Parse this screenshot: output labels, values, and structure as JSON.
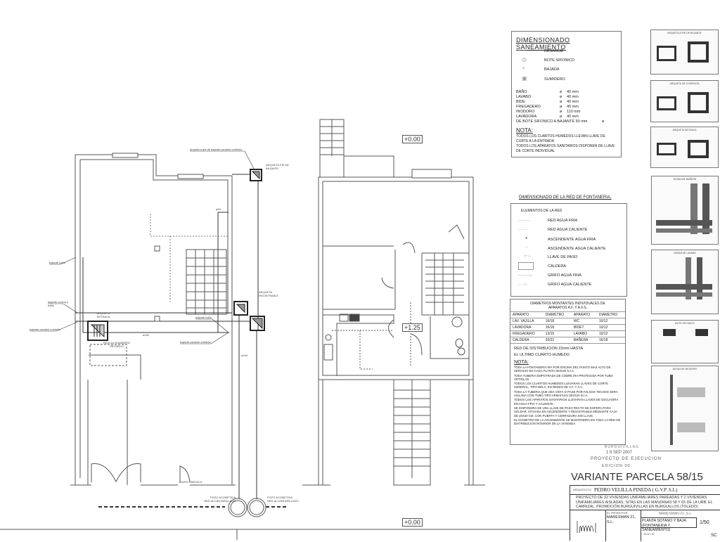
{
  "saneamiento": {
    "title": "DIMENSIONADO SANEAMIENTO",
    "symbols": [
      "DESAGÜE",
      "BOTE SIFONICO",
      "BAJADA",
      "SUMIDERO"
    ],
    "rows": [
      {
        "label": "BAÑO",
        "value": "40 mm"
      },
      {
        "label": "LAVABO",
        "value": "40 mm"
      },
      {
        "label": "BIDE",
        "value": "40 mm"
      },
      {
        "label": "FREGADERO",
        "value": "40 mm"
      },
      {
        "label": "INODORO",
        "value": "110 mm"
      },
      {
        "label": "LAVADORA",
        "value": "40 mm"
      },
      {
        "label": "DE BOTE SIFONICO A BAJANTE",
        "value": "50 mm"
      }
    ],
    "diam_symbol": "ø",
    "nota_title": "NOTA:",
    "notas": [
      "TODOS LOS CUARTOS HUMEDOS LLEVAN LLAVE DE CORTE A LA ENTRADA",
      "TODOS LOS APARATOS SANITARIOS DISPONEN DE LLAVE DE CORTE INDIVIDUAL"
    ]
  },
  "fontaneria": {
    "title": "DIMENSIONADO DE LA RED DE FONTANERIA.",
    "subtitle": "ELEMENTOS DE LA RED",
    "items": [
      "RED AGUA FRIA",
      "RED AGUA CALIENTE",
      "ASCENDENTE AGUA FRIA",
      "ASCENDENTE AGUA CALIENTE",
      "LLAVE DE PASO",
      "CALDERA",
      "GRIFO AGUA FRIA",
      "GRIFO AGUA CALIENTE"
    ]
  },
  "diametros": {
    "title": "DIAMETROS MONTANTES INDIVIDUALES DE APARATOS A.F. Y A.F.S.",
    "headers": [
      "APARATO",
      "DIAMETRO",
      "APARATO",
      "DIAMETRO"
    ],
    "rows": [
      [
        "LAV. VAJILLA",
        "16/18",
        "WC",
        "10/12"
      ],
      [
        "LAVADORA",
        "16/18",
        "BIDET",
        "10/12"
      ],
      [
        "FREGADERO",
        "13/15",
        "LAVABO",
        "10/12"
      ],
      [
        "CALDERA",
        "20/22",
        "BAÑERA",
        "16/18"
      ]
    ],
    "red_distribucion": [
      "RED DE DISTRIBUCION 22mm HASTA",
      "EL ULTIMO CUARTO HUMEDO"
    ],
    "nota_title": "NOTA:",
    "notas": [
      "TODA LA FONTANERIA IRA POR ENCIMA DEL PUNTO MAS ALTO DE SERVICIO EN CADA PLANTA SEGUN N.I.A.",
      "TODA TUBERIA EMPOTRADA DE COBRE IRA PROTEGIDA POR TUBO ARTIGLAS.",
      "TODOS LOS CUARTOS HUMEDOS LLEVARAN LLAVES DE CORTE GENERAL, TIPO BOLA, EN REDES DE A.F. Y A.C.",
      "TODA LA TUBERIA QUE SEA VISTA O PASE POR FALSOS TECHOS SERA AISLADA CON TUBO TIPO ARMAFLEX SEGUN N.I.A.",
      "TODOS LOS APARATOS SANITARIOS LLEVARAN LLAVES DE ESCUADRA EN AGUA FRIA Y CALIENTE.",
      "SE DISPONDRA DE UNA LLAVE DE PASO RECTO DE ESPERA PARA SOLDAR, SITUADA EN ASCENDENTE Y REGISTRABLE MEDIANTE CAJA DE 20X20 CM. CON PUERTA Y CERRADURA SIN LLAVE.",
      "EL DIAMETRO DE LA ASCENDENTE SE MANTENDRA EN TODA LA RED DE DISTRIBUCION INTERIOR DE LA VIVIENDA."
    ]
  },
  "details": [
    "ARQUETA A PIE DE BAJANTE",
    "ARQUETA DE CONEXION",
    "ARQUETA SIFONICA",
    "DESAGUE BAÑERA",
    "DESAGUE LAVABO",
    "BOTE SIFONICO",
    "DESAGUE INODORO"
  ],
  "plans": {
    "levels": [
      "+0.00",
      "+1.25",
      "+0.00"
    ],
    "labels": {
      "arqueta_pie": "ARQUETA PIE DE BAJANTE",
      "arqueta_pie_callout": "arqueta a pie de bajante canalón cubierta",
      "arqueta_registrable": "ARQUETA REGISTRABLE",
      "arqueta_sifonica": "ARQUETA SIFONICA",
      "bajante_bano_1": "bajante baño",
      "bajante_cocina": "bajante cocina y baño",
      "bajante_canalon_1": "bajante canalón cubierta",
      "bajante_bano_2": "bajante baño",
      "bajante_canalon_2": "bajante canalón cubierta",
      "rejilla": "REJILLA SUMIDERO SIFONICO",
      "d160": "ø160",
      "d150": "ø150",
      "d40": "ø40",
      "pozo_1": "POZO ACOMETIDA RED ALCANTARILLADO",
      "pozo_2": "POZO ACOMETIDA RED ALCANTARILLADO",
      "limite": "LIMITE PARCELA"
    }
  },
  "stamp": {
    "promotor": "BURGUIVILLAS",
    "date": "1 8 SEP 2007",
    "proyecto": "PROYECTO DE EJECUCION",
    "edicion": "EDICION 00"
  },
  "title_block": {
    "title": "VARIANTE PARCELA 58/15",
    "arquitecto_label": "ARQUITECTO",
    "arquitecto": "PEDRO VELILLA PINEDA ( G.V.P. S.L)",
    "proyecto": "PROYECTO DE 32 VIVIENDAS UNIFAMILIARES PAREADAS Y 2 VIVIENDAS UNIFAMILIARES AISLADAS, SITAS EN LAS MANZANAS 58 Y 65 DE LA URB. EL CARRIZAL, PROMOCIÓN BURGUIVILLAS EN BURGUILLOS (TOLEDO).",
    "promotor_label": "EL PROMOTOR",
    "promotor": "MARESMAN 21, S.L.",
    "propiedad": "MARESMAN 21, S.L.",
    "plano": "PLANTA SOTANO Y BAJA (FONTANERIA Y SANEAMIENTO)",
    "escala": "1/50",
    "fecha": "19-07-07",
    "numero": "SC"
  }
}
